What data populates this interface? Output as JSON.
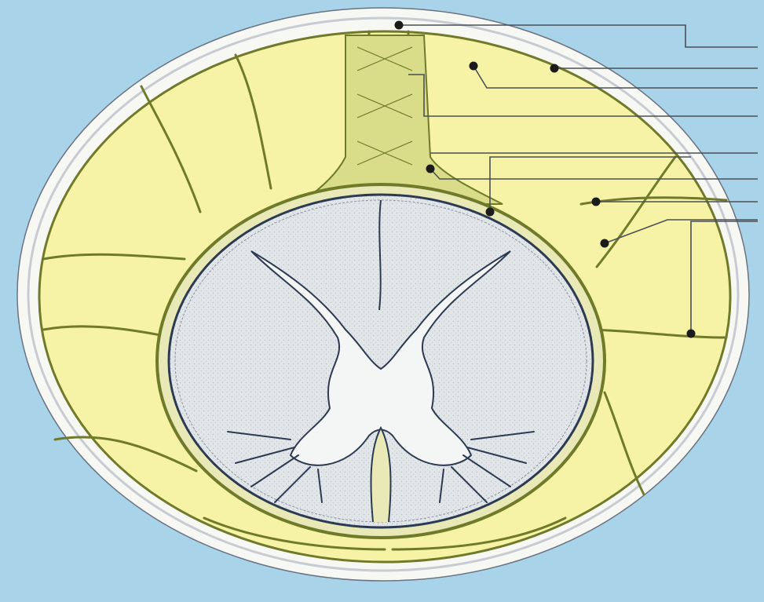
{
  "figure": {
    "kind": "anatomical cross-section",
    "labels": [],
    "colors": {
      "background": "#a9d3e8",
      "outer_sheath": "#f7f7f4",
      "fat_fill": "#f6f3a6",
      "connective_tissue": "#6f7a2a",
      "cord_surface": "#e3e6e9",
      "gray_matter": "#f4f5f5",
      "outline": "#2c3a52",
      "leader_line": "#4a4f55",
      "marker_dot": "#1b1b1b"
    },
    "markers": [
      {
        "id": "marker-1",
        "leader": "top-right"
      },
      {
        "id": "marker-2",
        "leader": "right"
      },
      {
        "id": "marker-3",
        "leader": "right"
      },
      {
        "id": "marker-4",
        "leader": "right"
      },
      {
        "id": "marker-5",
        "leader": "right"
      },
      {
        "id": "marker-6",
        "leader": "right"
      },
      {
        "id": "marker-7",
        "leader": "right"
      },
      {
        "id": "marker-8",
        "leader": "right"
      },
      {
        "id": "marker-9",
        "leader": "right"
      }
    ]
  }
}
